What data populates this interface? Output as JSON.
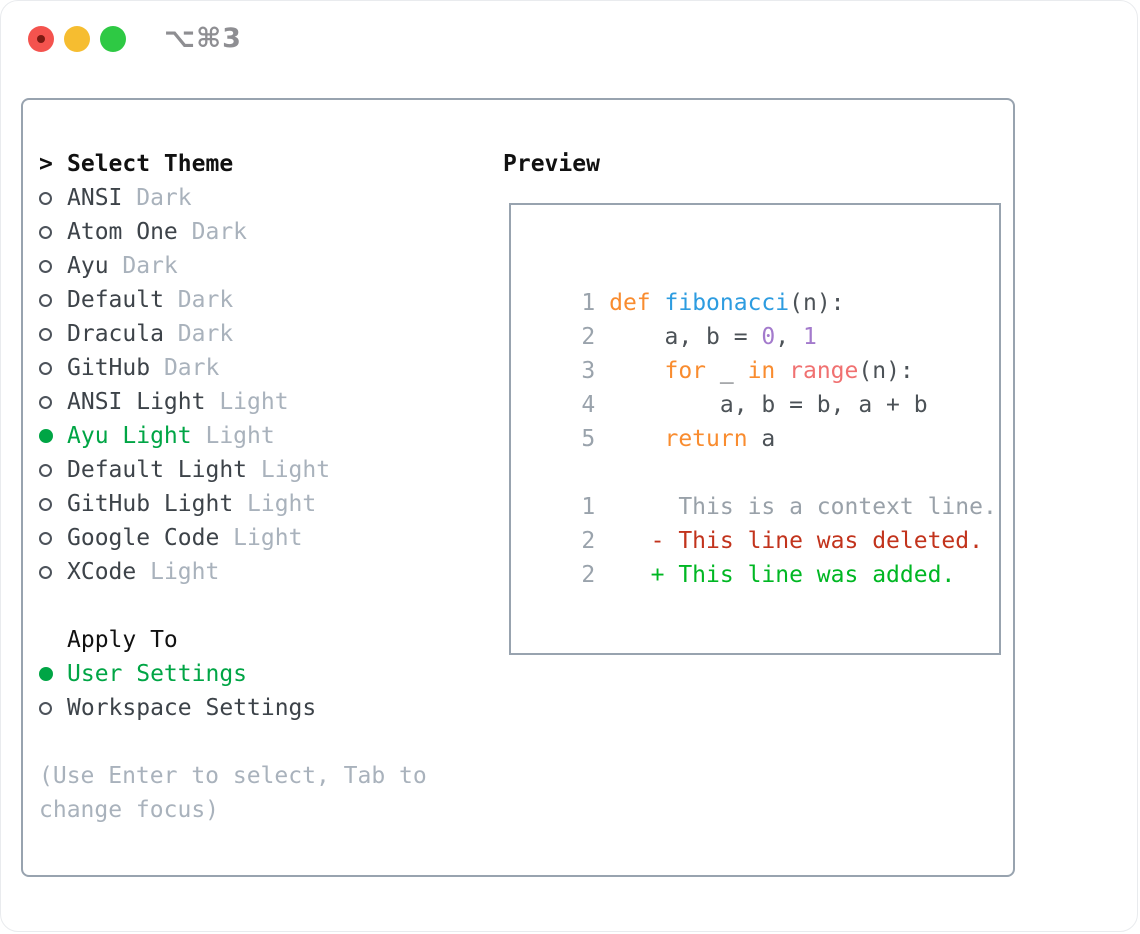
{
  "window": {
    "shortcut_label": "⌥⌘3"
  },
  "theme_picker": {
    "title_marker": ">",
    "title": "Select Theme",
    "items": [
      {
        "name": "ANSI",
        "variant": "Dark",
        "selected": false
      },
      {
        "name": "Atom One",
        "variant": "Dark",
        "selected": false
      },
      {
        "name": "Ayu",
        "variant": "Dark",
        "selected": false
      },
      {
        "name": "Default",
        "variant": "Dark",
        "selected": false
      },
      {
        "name": "Dracula",
        "variant": "Dark",
        "selected": false
      },
      {
        "name": "GitHub",
        "variant": "Dark",
        "selected": false
      },
      {
        "name": "ANSI Light",
        "variant": "Light",
        "selected": false
      },
      {
        "name": "Ayu Light",
        "variant": "Light",
        "selected": true
      },
      {
        "name": "Default Light",
        "variant": "Light",
        "selected": false
      },
      {
        "name": "GitHub Light",
        "variant": "Light",
        "selected": false
      },
      {
        "name": "Google Code",
        "variant": "Light",
        "selected": false
      },
      {
        "name": "XCode",
        "variant": "Light",
        "selected": false
      }
    ]
  },
  "apply_to": {
    "title": "Apply To",
    "options": [
      {
        "label": "User Settings",
        "selected": true
      },
      {
        "label": "Workspace Settings",
        "selected": false
      }
    ]
  },
  "help": {
    "line1": "(Use Enter to select, Tab to",
    "line2": "change focus)"
  },
  "preview": {
    "title": "Preview",
    "lines": [
      {
        "num": "1",
        "segs": [
          {
            "t": "def",
            "c": "kw"
          },
          {
            "t": " ",
            "c": "fg"
          },
          {
            "t": "fibonacci",
            "c": "fn"
          },
          {
            "t": "(n):",
            "c": "fg"
          }
        ]
      },
      {
        "num": "2",
        "segs": [
          {
            "t": "    a, b = ",
            "c": "fg"
          },
          {
            "t": "0",
            "c": "const"
          },
          {
            "t": ", ",
            "c": "fg"
          },
          {
            "t": "1",
            "c": "const"
          }
        ]
      },
      {
        "num": "3",
        "segs": [
          {
            "t": "    ",
            "c": "fg"
          },
          {
            "t": "for",
            "c": "kw"
          },
          {
            "t": " _ ",
            "c": "fg"
          },
          {
            "t": "in",
            "c": "kw"
          },
          {
            "t": " ",
            "c": "fg"
          },
          {
            "t": "range",
            "c": "support"
          },
          {
            "t": "(n):",
            "c": "fg"
          }
        ]
      },
      {
        "num": "4",
        "segs": [
          {
            "t": "        a, b = b, a + b",
            "c": "fg"
          }
        ]
      },
      {
        "num": "5",
        "segs": [
          {
            "t": "    ",
            "c": "fg"
          },
          {
            "t": "return",
            "c": "kw"
          },
          {
            "t": " a",
            "c": "fg"
          }
        ]
      },
      {
        "num": "",
        "segs": []
      },
      {
        "num": "1",
        "segs": [
          {
            "t": "     This is a context line.",
            "c": "ctx"
          }
        ]
      },
      {
        "num": "2",
        "segs": [
          {
            "t": "   - This line was deleted.",
            "c": "del"
          }
        ]
      },
      {
        "num": "2",
        "segs": [
          {
            "t": "   + This line was added.",
            "c": "add"
          }
        ]
      }
    ]
  },
  "colors": {
    "accent_green": "#00a545",
    "traffic_red": "#f4534e",
    "traffic_red_dot": "#7c1a12",
    "traffic_yellow": "#f6bd30",
    "traffic_green": "#2ec944",
    "border": "#98a3af",
    "heading": "#111111",
    "text_primary": "#3d4349",
    "text_muted": "#a9b2bc",
    "shortcut_gray": "#8e8e92",
    "line_number": "#9aa3ac",
    "syntax_fg": "#4c5257",
    "syntax_keyword": "#f98c2f",
    "syntax_function": "#2d9ce0",
    "syntax_constant": "#a37acc",
    "syntax_support": "#f07171",
    "diff_context": "#99a1a9",
    "diff_deleted": "#c2331c",
    "diff_added": "#00b723"
  }
}
